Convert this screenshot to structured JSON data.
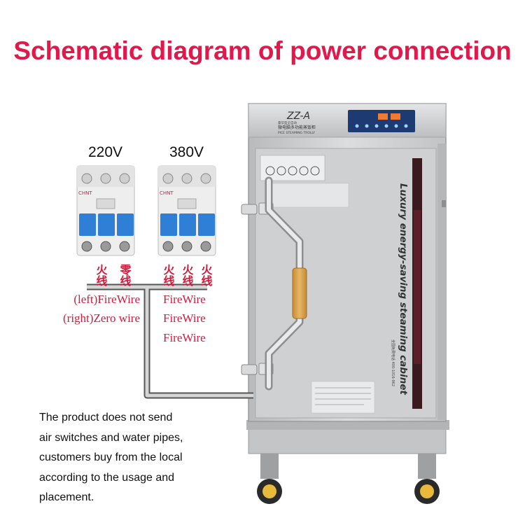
{
  "title": "Schematic diagram of power connection",
  "breakers": {
    "left": {
      "voltage": "220V",
      "brand": "CHNT",
      "wire_labels": [
        "火线",
        "零线"
      ]
    },
    "right": {
      "voltage": "380V",
      "brand": "CHNT",
      "wire_labels": [
        "火线",
        "火线",
        "火线"
      ]
    }
  },
  "wires": {
    "left": [
      "(left)FireWire",
      "(right)Zero wire"
    ],
    "right": [
      "FireWire",
      "FireWire",
      "FireWire"
    ]
  },
  "note": [
    "The product does not send",
    "air switches and water pipes,",
    "customers buy from the local",
    "according to the usage and",
    "placement."
  ],
  "cabinet": {
    "model": "ZZ-A",
    "subtitle_cn": "微电脑多功能蒸饭柜",
    "subtitle_cn_small": "豪华型全自动",
    "subtitle_en": "PICE STEAMING TROLLY",
    "side_text": "Luxury energy-saving steaming cabinet",
    "side_small": "全国免费电话 400-1016-962"
  },
  "colors": {
    "title": "#e0194a",
    "labels": "#d21c3e",
    "breaker_blue": "#2f7fd6",
    "cabinet": "#c8c9ca",
    "handle_wood": "#d7a34c"
  }
}
